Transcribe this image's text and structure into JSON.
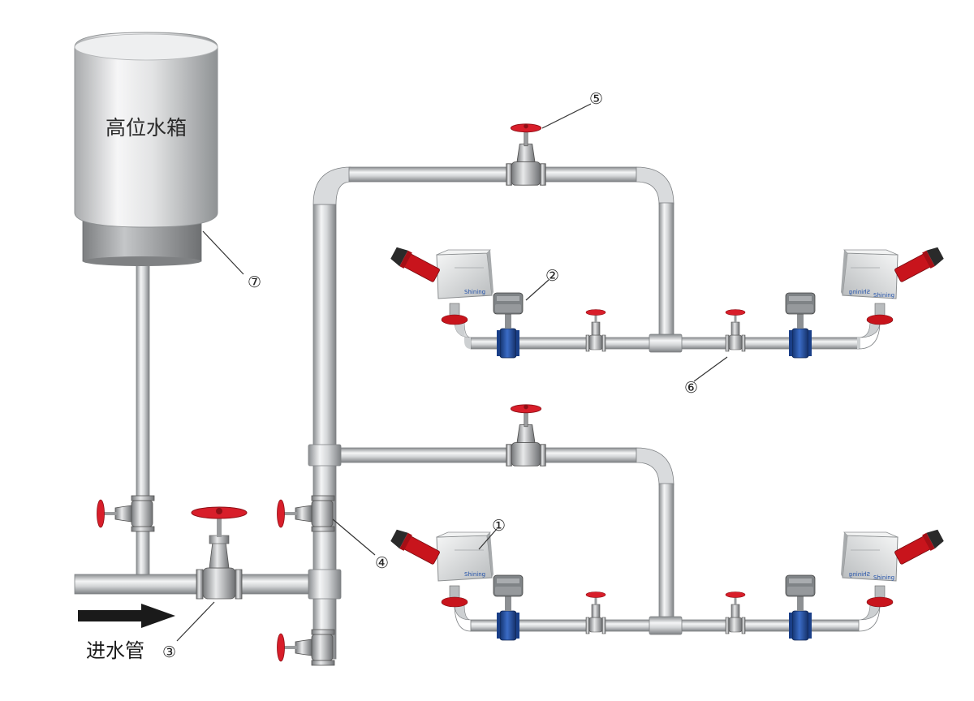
{
  "labels": {
    "tank": "高位水箱",
    "inlet": "进水管"
  },
  "callouts": {
    "c1": "①",
    "c2": "②",
    "c3": "③",
    "c4": "④",
    "c5": "⑤",
    "c6": "⑥",
    "c7": "⑦"
  },
  "brand": "Shining",
  "colors": {
    "pipe": "#c9cbcd",
    "pipe_outline": "#7d8083",
    "handwheel": "#d81e2a",
    "butterfly_body": "#1f4fa8",
    "nozzle": "#c8141c",
    "monitor_body": "#e3e4e5",
    "tank_body": "#d9dadb",
    "tank_base": "#9b9d9f",
    "arrow": "#1a1a1a"
  },
  "icons": {
    "gate_valve": "gate-valve-icon",
    "butterfly_valve": "butterfly-valve-icon",
    "actuator": "electric-actuator-icon",
    "fire_monitor": "fire-water-monitor-icon",
    "flow_arrow": "flow-arrow-icon",
    "tank": "water-tank-icon"
  }
}
